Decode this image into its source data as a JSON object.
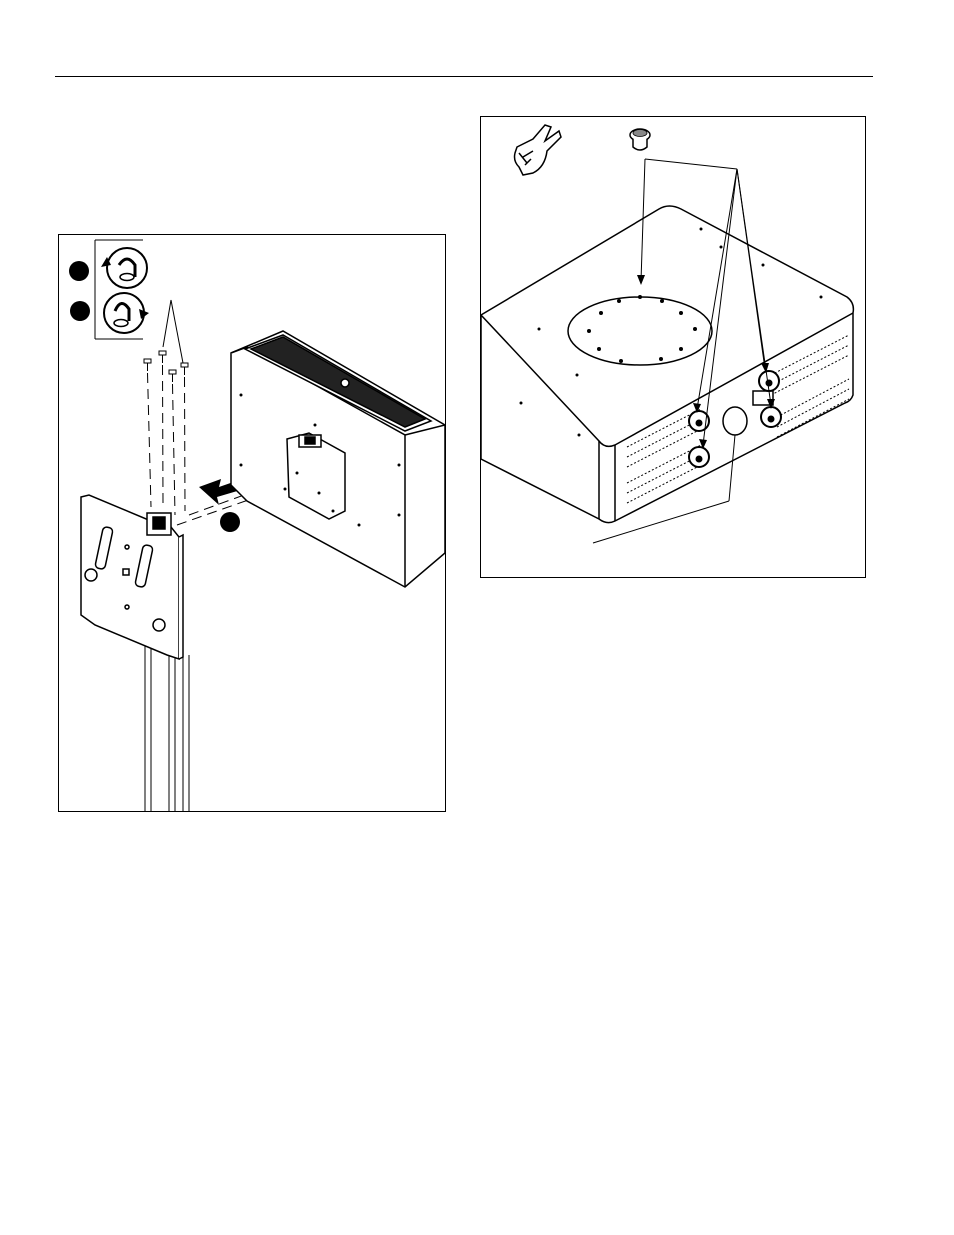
{
  "page": {
    "header_rule": true
  },
  "figures": [
    {
      "id": "fig-left",
      "description_icons": [
        "counterclockwise-screw-icon",
        "clockwise-screw-icon",
        "removal-arrow-icon"
      ],
      "step_markers": 3
    },
    {
      "id": "fig-right",
      "description_icons": [
        "hand-icon",
        "foot-pad-icon"
      ],
      "callout_count": 4
    }
  ],
  "colors": {
    "ink": "#000000",
    "paper": "#ffffff",
    "shade": "#d9d9d9"
  }
}
